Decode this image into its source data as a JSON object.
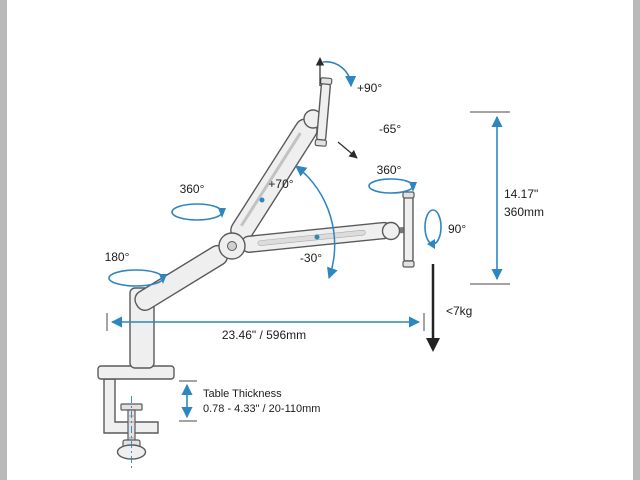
{
  "diagram": {
    "type": "monitor-arm-specification-drawing",
    "colors": {
      "accent_blue": "#2e86c1",
      "line_dark": "#5a5a5a",
      "fill_light": "#efefef",
      "letterbox_gray": "#b9b9b9"
    },
    "labels": {
      "plate_rotation_up": "+90°",
      "plate_tilt_down": "-65°",
      "shoulder_swivel": "360°",
      "arm_tilt_up": "+70°",
      "elbow_swivel": "360°",
      "plate_pivot": "90°",
      "arm_tilt_down": "-30°",
      "base_swivel": "180°",
      "height_inches": "14.17\"",
      "height_mm": "360mm",
      "max_weight": "<7kg",
      "arm_reach": "23.46\" / 596mm",
      "table_thickness_title": "Table Thickness",
      "table_thickness_range": "0.78 - 4.33\" / 20-110mm"
    }
  }
}
